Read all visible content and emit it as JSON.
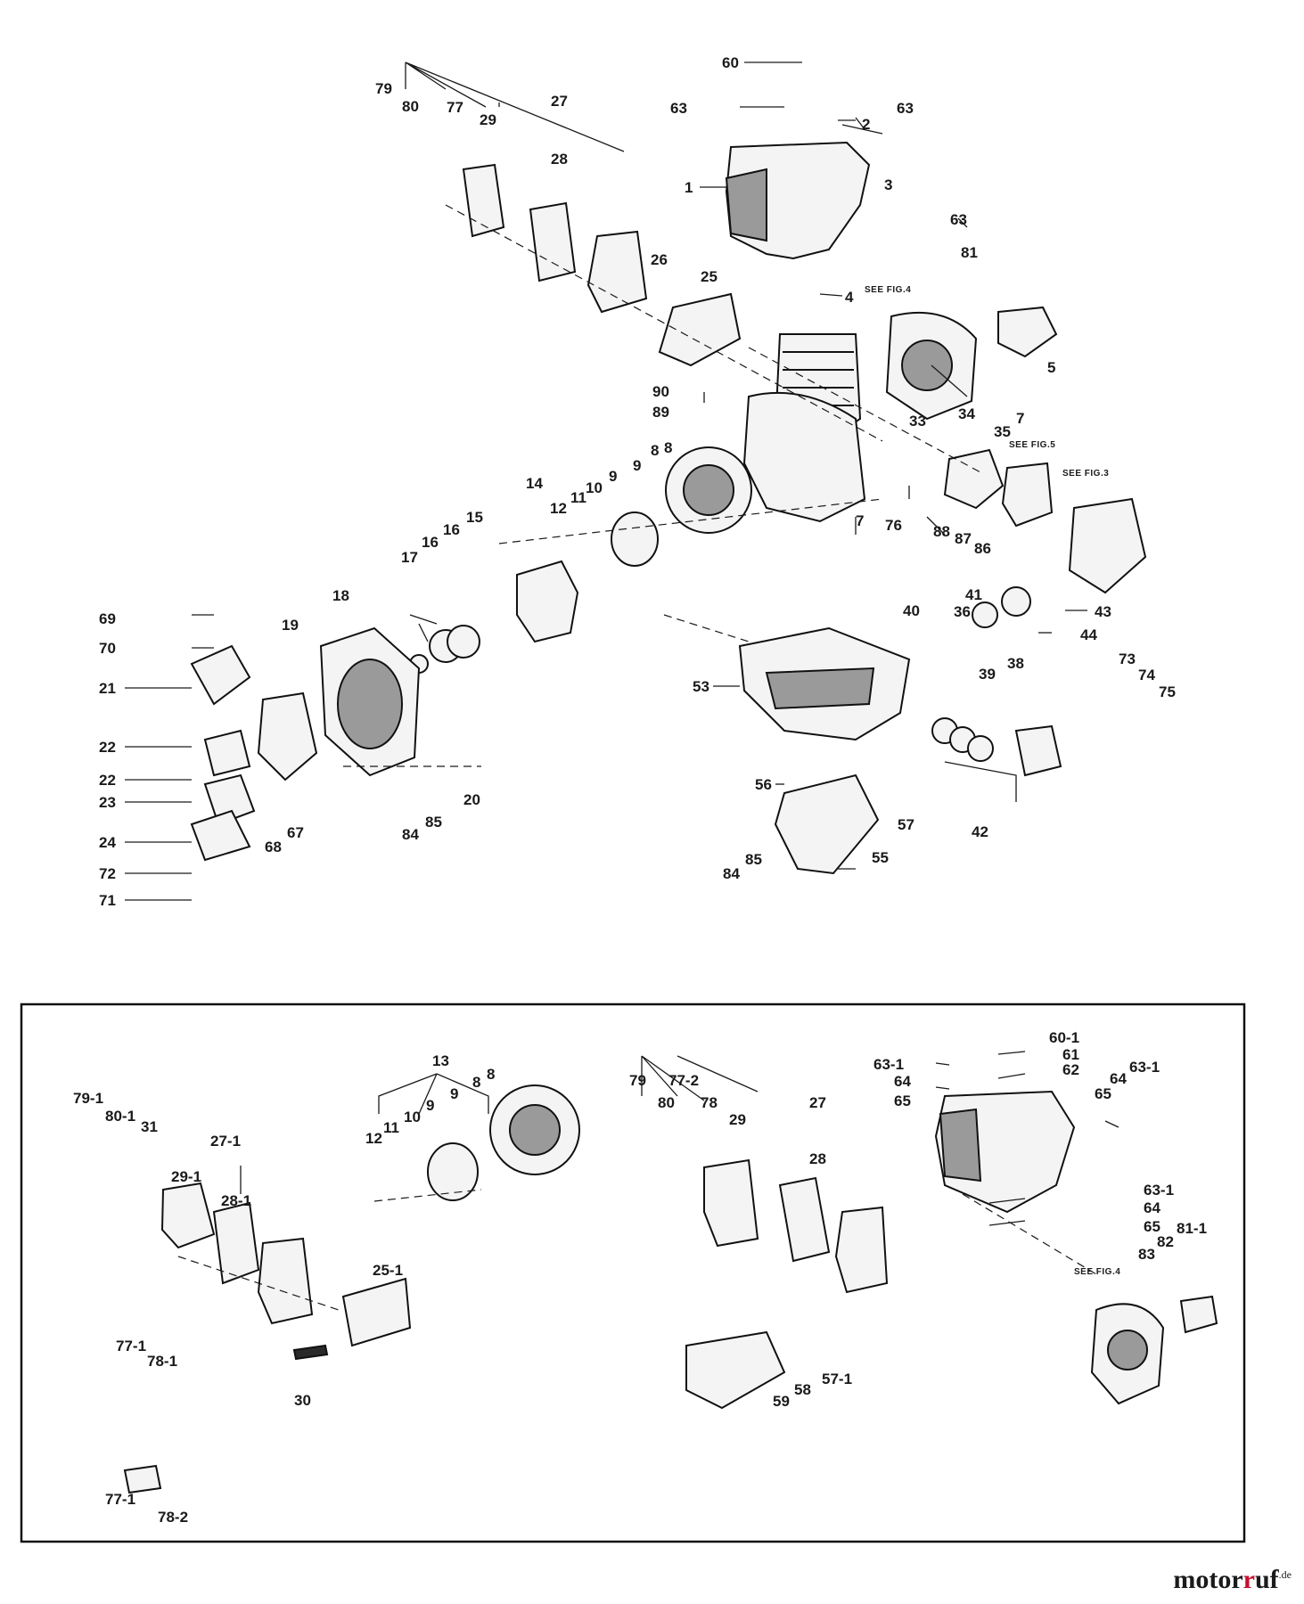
{
  "labels": {
    "main": {
      "see_fig4": "SEE FIG.4",
      "see_fig5": "SEE FIG.5",
      "see_fig3": "SEE FIG.3",
      "p1": "1",
      "p2": "2",
      "p3": "3",
      "p4": "4",
      "p5": "5",
      "p7a": "7",
      "p7b": "7",
      "p8a": "8",
      "p8b": "8",
      "p9a": "9",
      "p9b": "9",
      "p10": "10",
      "p11": "11",
      "p12": "12",
      "p14": "14",
      "p15": "15",
      "p16a": "16",
      "p16b": "16",
      "p17": "17",
      "p18": "18",
      "p19": "19",
      "p20": "20",
      "p21": "21",
      "p22a": "22",
      "p22b": "22",
      "p23": "23",
      "p24": "24",
      "p25": "25",
      "p26": "26",
      "p27": "27",
      "p28": "28",
      "p29": "29",
      "p33": "33",
      "p34": "34",
      "p35": "35",
      "p36": "36",
      "p38": "38",
      "p39": "39",
      "p40": "40",
      "p41": "41",
      "p42": "42",
      "p43": "43",
      "p44": "44",
      "p53": "53",
      "p55": "55",
      "p56": "56",
      "p57": "57",
      "p60": "60",
      "p63a": "63",
      "p63b": "63",
      "p63c": "63",
      "p67": "67",
      "p68": "68",
      "p69": "69",
      "p70": "70",
      "p71": "71",
      "p72": "72",
      "p73": "73",
      "p74": "74",
      "p75": "75",
      "p76": "76",
      "p77": "77",
      "p79": "79",
      "p80": "80",
      "p81": "81",
      "p84a": "84",
      "p84b": "84",
      "p85a": "85",
      "p85b": "85",
      "p86": "86",
      "p87": "87",
      "p88": "88",
      "p89": "89",
      "p90": "90"
    },
    "inset": {
      "see_fig4": "SEE FIG.4",
      "p13": "13",
      "p12": "12",
      "p11": "11",
      "p10": "10",
      "p9a": "9",
      "p9b": "9",
      "p8a": "8",
      "p8b": "8",
      "p79_1": "79-1",
      "p80_1": "80-1",
      "p31": "31",
      "p27_1": "27-1",
      "p29_1": "29-1",
      "p28_1": "28-1",
      "p25_1": "25-1",
      "p77_1a": "77-1",
      "p78_1": "78-1",
      "p30": "30",
      "p77_1b": "77-1",
      "p78_2": "78-2",
      "p79": "79",
      "p77_2": "77-2",
      "p80": "80",
      "p78": "78",
      "p29": "29",
      "p27": "27",
      "p28": "28",
      "p59": "59",
      "p58": "58",
      "p57_1": "57-1",
      "p60_1": "60-1",
      "p61": "61",
      "p62": "62",
      "p63_1a": "63-1",
      "p64a": "64",
      "p65a": "65",
      "p64b": "64",
      "p63_1b": "63-1",
      "p65b": "65",
      "p63_1c": "63-1",
      "p64c": "64",
      "p65c": "65",
      "p83": "83",
      "p82": "82",
      "p81_1": "81-1"
    }
  },
  "brand": {
    "name_a": "motor",
    "name_b": "uf",
    "tld": ".de"
  }
}
